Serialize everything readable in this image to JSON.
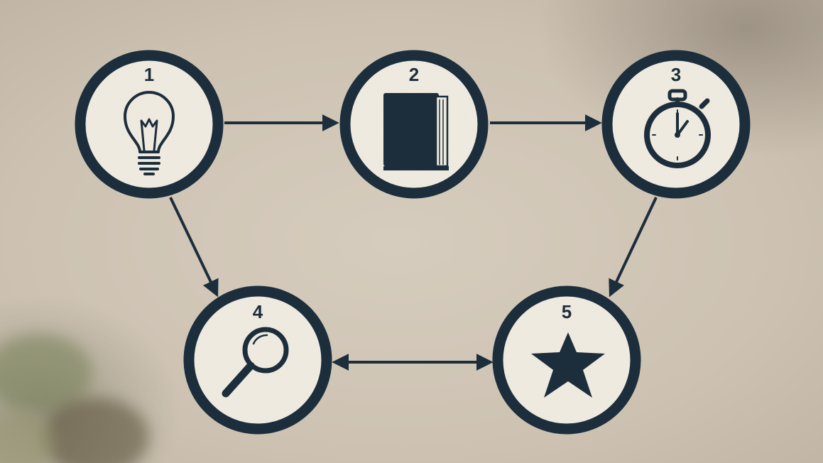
{
  "diagram": {
    "nodes": [
      {
        "id": "n1",
        "label": "1",
        "icon": "lightbulb-icon"
      },
      {
        "id": "n2",
        "label": "2",
        "icon": "book-icon"
      },
      {
        "id": "n3",
        "label": "3",
        "icon": "stopwatch-icon"
      },
      {
        "id": "n4",
        "label": "4",
        "icon": "magnifying-glass-icon"
      },
      {
        "id": "n5",
        "label": "5",
        "icon": "star-icon"
      }
    ],
    "edges": [
      {
        "from": "1",
        "to": "2",
        "direction": "forward"
      },
      {
        "from": "2",
        "to": "3",
        "direction": "forward"
      },
      {
        "from": "1",
        "to": "4",
        "direction": "forward"
      },
      {
        "from": "3",
        "to": "5",
        "direction": "forward"
      },
      {
        "from": "4",
        "to": "5",
        "direction": "both"
      }
    ],
    "colors": {
      "ink": "#1c2e3c",
      "disc": "#efeae0",
      "background": "#d2c8b8"
    }
  }
}
